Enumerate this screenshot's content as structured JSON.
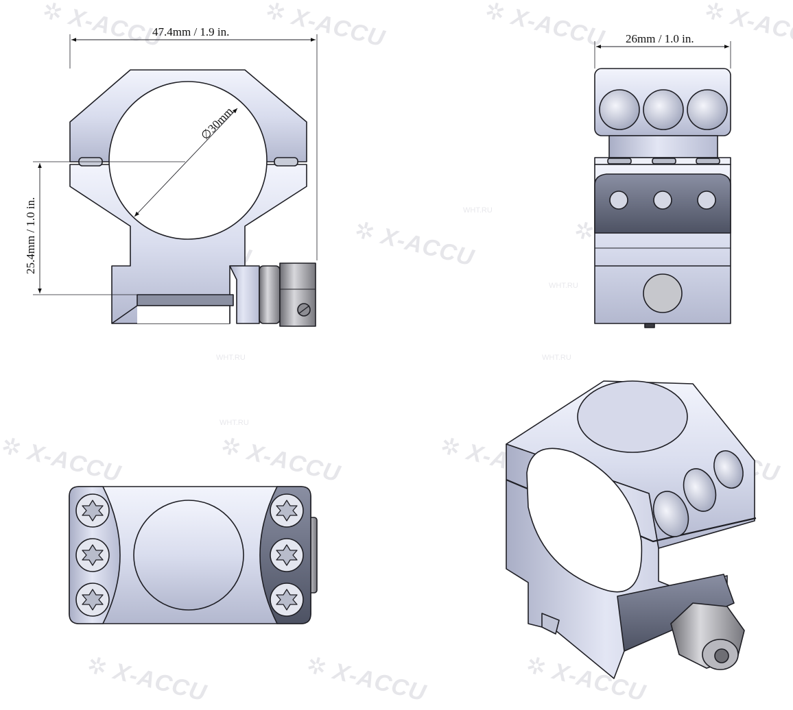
{
  "watermark": {
    "brand": "✲ X-ACCU",
    "site": "WHT.RU"
  },
  "dimensions": {
    "front_width": "47.4mm / 1.9 in.",
    "front_diameter": "∅30mm",
    "front_height": "25.4mm / 1.0 in.",
    "side_width": "26mm / 1.0 in."
  },
  "colors": {
    "metal_light": "#dfe3f3",
    "metal_mid": "#b9bfd6",
    "metal_dark": "#6e7386",
    "outline": "#1e1e24"
  }
}
